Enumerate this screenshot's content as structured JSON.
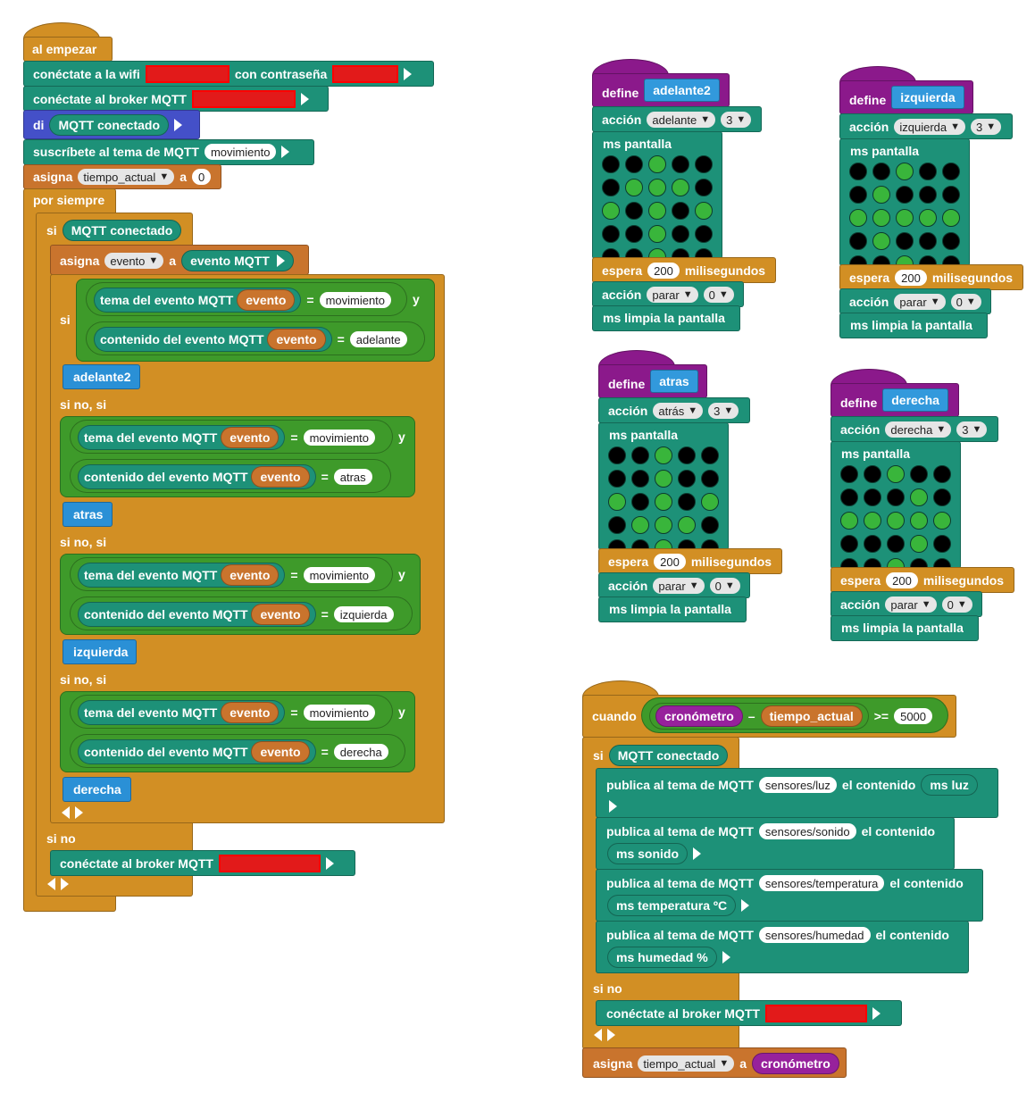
{
  "main": {
    "al_empezar": "al empezar",
    "wifi_connect": "conéctate a la wifi",
    "with_password": "con contraseña",
    "broker_connect": "conéctate al broker MQTT",
    "say": "di",
    "mqtt_connected": "MQTT conectado",
    "subscribe": "suscríbete al tema de MQTT",
    "subscribe_topic": "movimiento",
    "assign": "asigna",
    "var_tiempo_actual": "tiempo_actual",
    "to": "a",
    "zero": "0",
    "forever": "por siempre",
    "if": "si",
    "var_evento": "evento",
    "mqtt_event": "evento MQTT",
    "event_topic": "tema del evento MQTT",
    "event_content": "contenido del evento MQTT",
    "evento": "evento",
    "equals": "=",
    "and": "y",
    "else_if": "si no, si",
    "else": "si no",
    "branches": [
      {
        "topic": "movimiento",
        "content": "adelante",
        "call": "adelante2"
      },
      {
        "topic": "movimiento",
        "content": "atras",
        "call": "atras"
      },
      {
        "topic": "movimiento",
        "content": "izquierda",
        "call": "izquierda"
      },
      {
        "topic": "movimiento",
        "content": "derecha",
        "call": "derecha"
      }
    ]
  },
  "defines": {
    "define": "define",
    "action": "acción",
    "screen": "ms pantalla",
    "wait": "espera",
    "ms_unit": "milisegundos",
    "stop": "parar",
    "clear": "ms limpia la pantalla",
    "zero": "0",
    "items": [
      {
        "name": "adelante2",
        "action": "adelante",
        "speed": "3",
        "wait": "200",
        "leds": [
          0,
          0,
          1,
          0,
          0,
          0,
          1,
          1,
          1,
          0,
          1,
          0,
          1,
          0,
          1,
          0,
          0,
          1,
          0,
          0,
          0,
          0,
          1,
          0,
          0
        ]
      },
      {
        "name": "izquierda",
        "action": "izquierda",
        "speed": "3",
        "wait": "200",
        "leds": [
          0,
          0,
          1,
          0,
          0,
          0,
          1,
          0,
          0,
          0,
          1,
          1,
          1,
          1,
          1,
          0,
          1,
          0,
          0,
          0,
          0,
          0,
          1,
          0,
          0
        ]
      },
      {
        "name": "atras",
        "action": "atrás",
        "speed": "3",
        "wait": "200",
        "leds": [
          0,
          0,
          1,
          0,
          0,
          0,
          0,
          1,
          0,
          0,
          1,
          0,
          1,
          0,
          1,
          0,
          1,
          1,
          1,
          0,
          0,
          0,
          1,
          0,
          0
        ]
      },
      {
        "name": "derecha",
        "action": "derecha",
        "speed": "3",
        "wait": "200",
        "leds": [
          0,
          0,
          1,
          0,
          0,
          0,
          0,
          0,
          1,
          0,
          1,
          1,
          1,
          1,
          1,
          0,
          0,
          0,
          1,
          0,
          0,
          0,
          1,
          0,
          0
        ]
      }
    ]
  },
  "when": {
    "cuando": "cuando",
    "stopwatch": "cronómetro",
    "minus": "–",
    "var": "tiempo_actual",
    "gte": ">=",
    "threshold": "5000",
    "if": "si",
    "mqtt_connected": "MQTT conectado",
    "publish": "publica al tema de MQTT",
    "content": "el contenido",
    "publishes": [
      {
        "topic": "sensores/luz",
        "value": "ms luz"
      },
      {
        "topic": "sensores/sonido",
        "value": "ms sonido"
      },
      {
        "topic": "sensores/temperatura",
        "value": "ms temperatura ºC"
      },
      {
        "topic": "sensores/humedad",
        "value": "ms humedad %"
      }
    ],
    "else": "si no",
    "broker_connect": "conéctate al broker MQTT",
    "assign": "asigna",
    "to": "a"
  },
  "colors": {
    "control": "#d28f24",
    "variables": "#c9742d",
    "iot": "#1d9178",
    "procedure": "#2a90d6",
    "define": "#8b198b",
    "logic": "#3e9a2a",
    "redacted": "#e21a1a"
  }
}
